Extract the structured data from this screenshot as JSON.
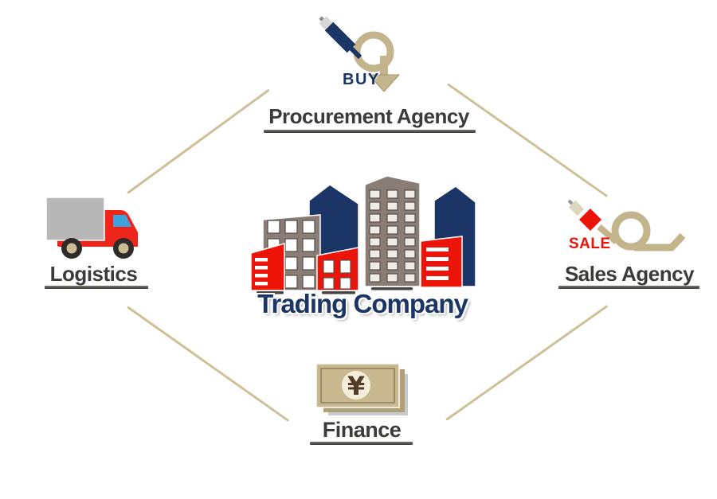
{
  "diagram": {
    "center": {
      "title": "Trading Company"
    },
    "procurement": {
      "tag": "BUY",
      "label": "Procurement Agency"
    },
    "sales": {
      "tag": "SALE",
      "label": "Sales Agency"
    },
    "logistics": {
      "label": "Logistics"
    },
    "finance": {
      "label": "Finance",
      "currency_symbol": "¥"
    }
  },
  "colors": {
    "navy": "#1b3566",
    "red": "#ec1309",
    "tan": "#c3b48c",
    "tan-light": "#d8cca6",
    "taupe": "#8a7d75",
    "label-gray": "#3d3b3a",
    "underline-gray": "#3b3936",
    "truck-red": "#f02519",
    "cargo-gray": "#b7b7b7",
    "window-blue": "#3fa3dc",
    "wheel-hub": "#cbbc92",
    "note-face": "#c7b890",
    "note-back": "#b0a078",
    "note-circle": "#f4edda",
    "yen-brown": "#513c28"
  }
}
